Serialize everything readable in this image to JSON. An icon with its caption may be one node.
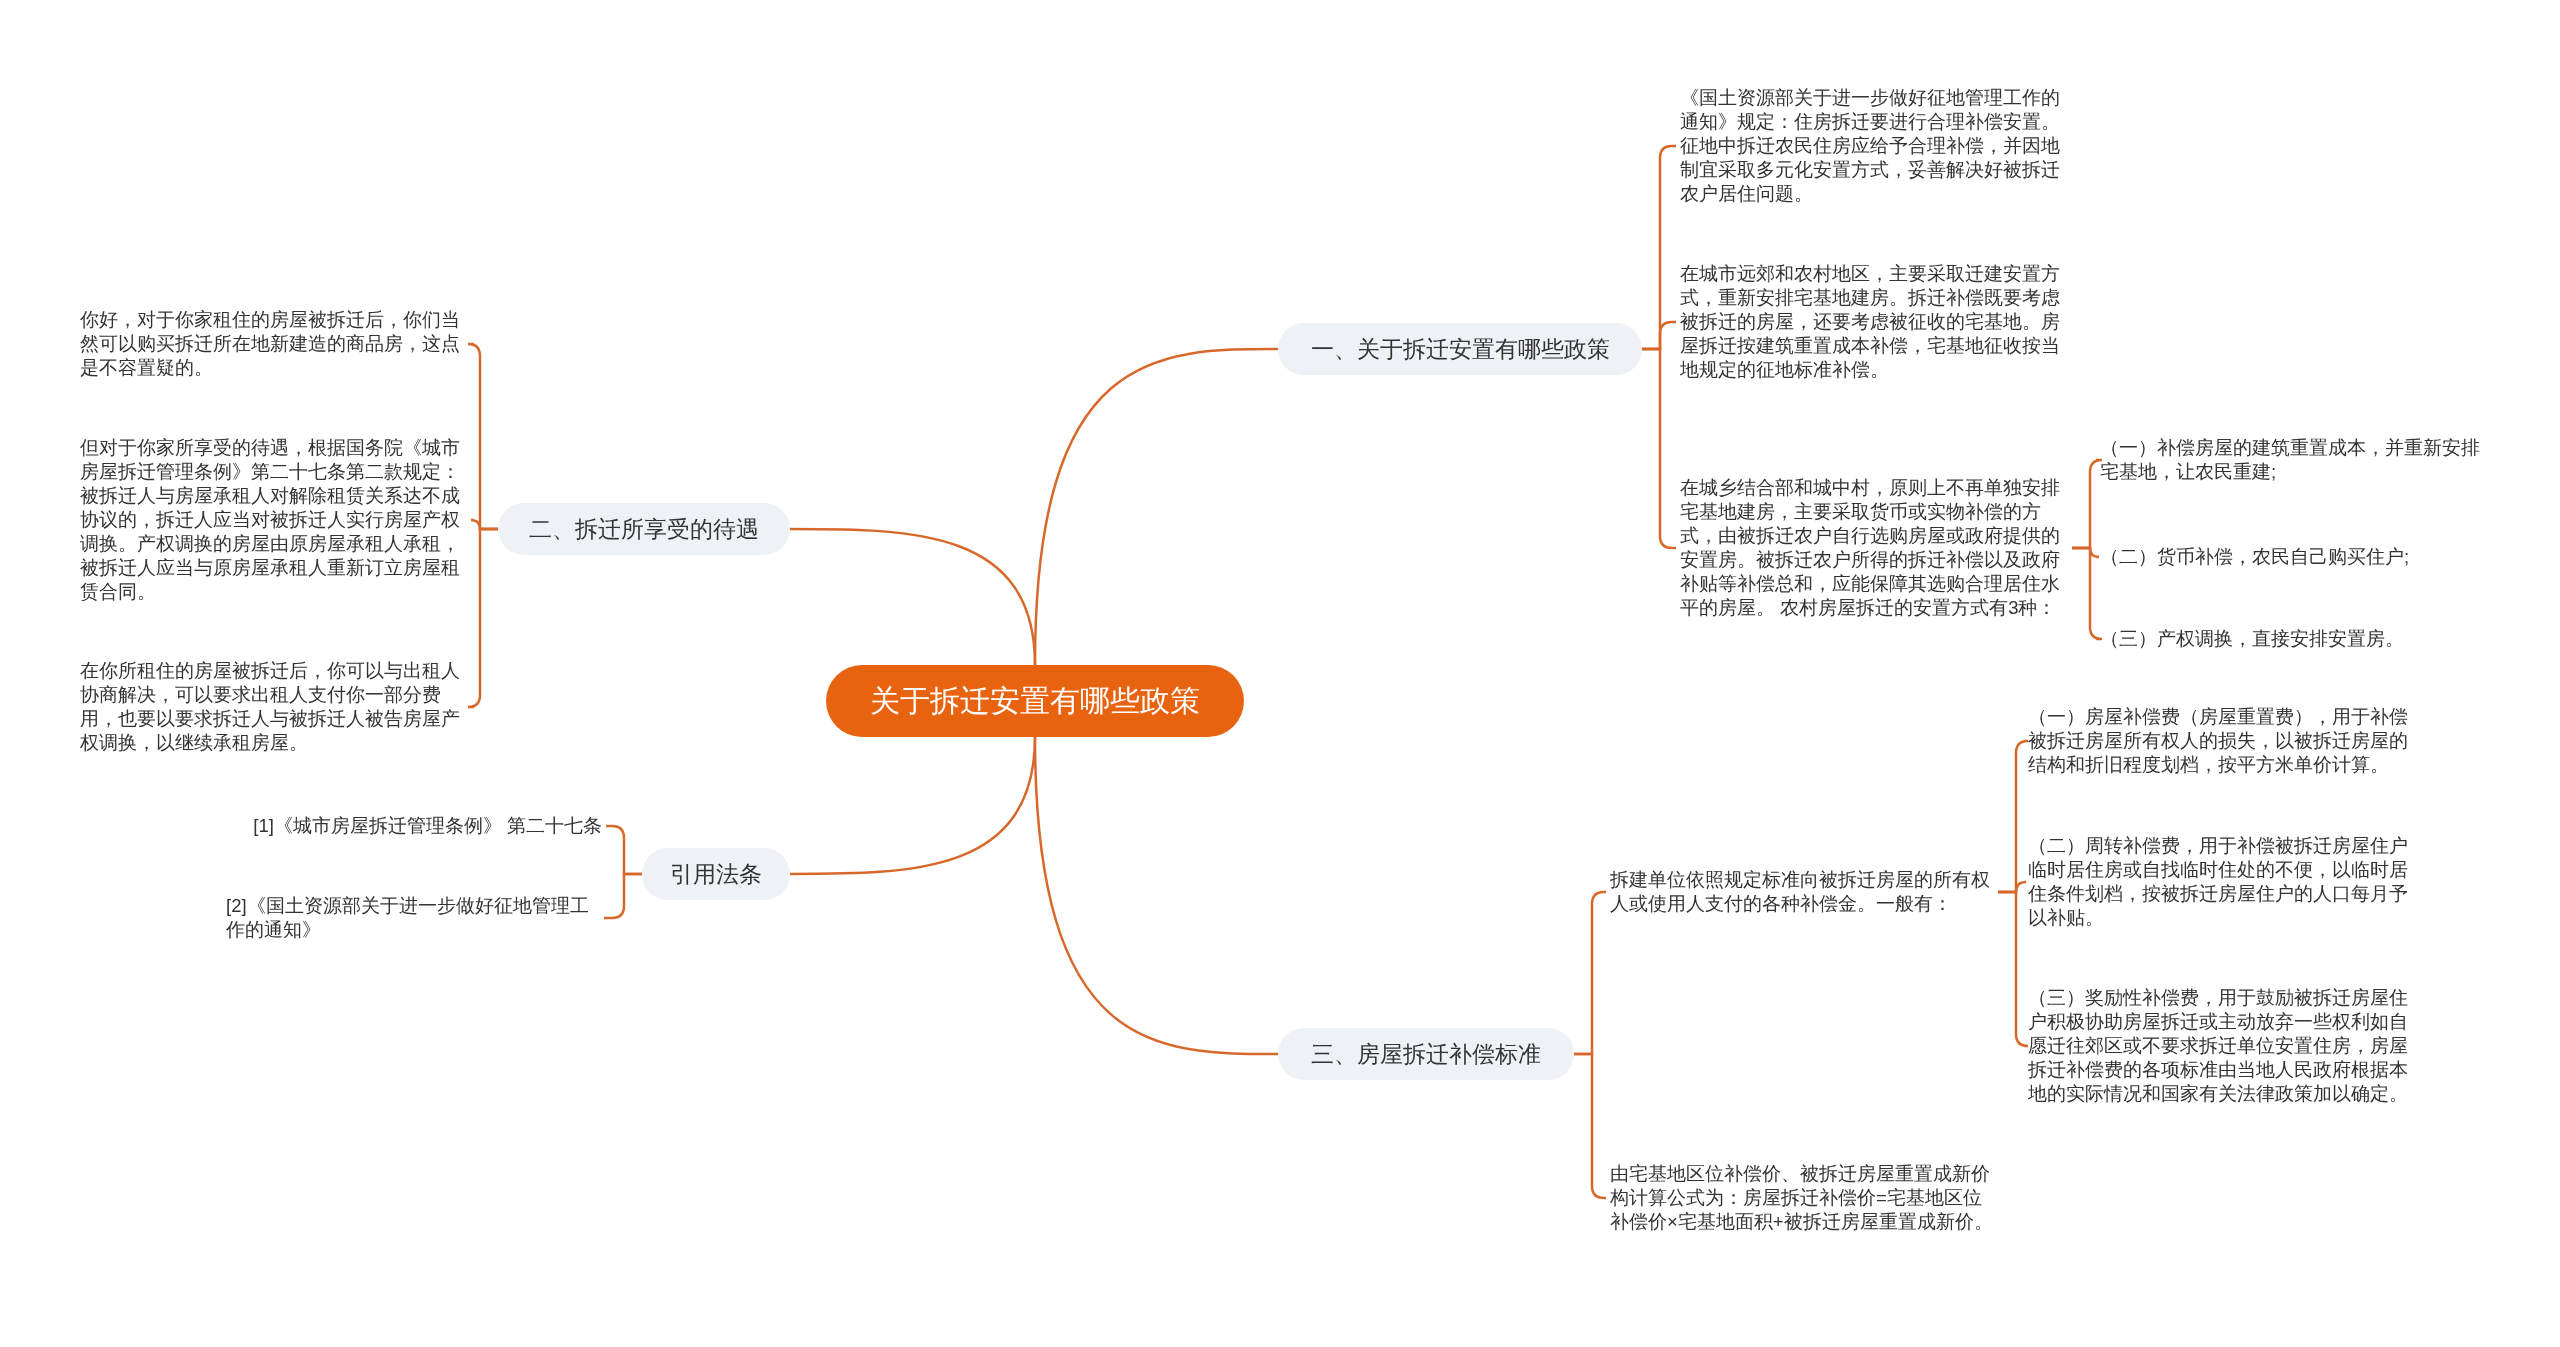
{
  "diagram": {
    "nodes": [
      {
        "text": [
          "关于拆迁安置有哪些政策"
        ]
      },
      {
        "text": [
          "一、关于拆迁安置有哪些政策"
        ]
      },
      {
        "text": [
          "《国土资源部关于进一步做好征地管理工作的通知》规定：住房拆迁要进行合理补偿安置。征地中拆迁农民住房应给予合理补偿，并因地制宜采取多元化安置方式，妥善解决好被拆迁农户居住问题。"
        ]
      },
      {
        "text": [
          "在城市远郊和农村地区，主要采取迁建安置方式，重新安排宅基地建房。拆迁补偿既要考虑被拆迁的房屋，还要考虑被征收的宅基地。房屋拆迁按建筑重置成本补偿，宅基地征收按当地规定的征地标准补偿。"
        ]
      },
      {
        "text": [
          "在城乡结合部和城中村，原则上不再单独安排宅基地建房，主要采取货币或实物补偿的方式，由被拆迁农户自行选购房屋或政府提供的安置房。被拆迁农户所得的拆迁补偿以及政府补贴等补偿总和，应能保障其选购合理居住水平的房屋。 农村房屋拆迁的安置方式有3种："
        ]
      },
      {
        "text": [
          "（一）补偿房屋的建筑重置成本，并重新安排宅基地，让农民重建;"
        ]
      },
      {
        "text": [
          "（二）货币补偿，农民自己购买住户;"
        ]
      },
      {
        "text": [
          "（三）产权调换，直接安排安置房。"
        ]
      },
      {
        "text": [
          "二、拆迁所享受的待遇"
        ]
      },
      {
        "text": [
          "你好，对于你家租住的房屋被拆迁后，你们当然可以购买拆迁所在地新建造的商品房，这点是不容置疑的。"
        ]
      },
      {
        "text": [
          "但对于你家所享受的待遇，根据国务院《城市房屋拆迁管理条例》第二十七条第二款规定：被拆迁人与房屋承租人对解除租赁关系达不成协议的，拆迁人应当对被拆迁人实行房屋产权调换。产权调换的房屋由原房屋承租人承租，被拆迁人应当与原房屋承租人重新订立房屋租赁合同。"
        ]
      },
      {
        "text": [
          "在你所租住的房屋被拆迁后，你可以与出租人协商解决，可以要求出租人支付你一部分费用，也要以要求拆迁人与被拆迁人被告房屋产权调换，以继续承租房屋。"
        ]
      },
      {
        "text": [
          "引用法条"
        ]
      },
      {
        "text": [
          "[1]《城市房屋拆迁管理条例》 第二十七条"
        ]
      },
      {
        "text": [
          "[2]《国土资源部关于进一步做好征地管理工作的通知》"
        ]
      },
      {
        "text": [
          "三、房屋拆迁补偿标准"
        ]
      },
      {
        "text": [
          "拆建单位依照规定标准向被拆迁房屋的所有权人或使用人支付的各种补偿金。一般有："
        ]
      },
      {
        "text": [
          "（一）房屋补偿费（房屋重置费），用于补偿被拆迁房屋所有权人的损失，以被拆迁房屋的结构和折旧程度划档，按平方米单价计算。"
        ]
      },
      {
        "text": [
          "（二）周转补偿费，用于补偿被拆迁房屋住户临时居住房或自找临时住处的不便，以临时居住条件划档，按被拆迁房屋住户的人口每月予以补贴。"
        ]
      },
      {
        "text": [
          "（三）奖励性补偿费，用于鼓励被拆迁房屋住户积极协助房屋拆迁或主动放弃一些权利如自愿迁往郊区或不要求拆迁单位安置住房，房屋拆迁补偿费的各项标准由当地人民政府根据本地的实际情况和国家有关法律政策加以确定。"
        ]
      },
      {
        "text": [
          "由宅基地区位补偿价、被拆迁房屋重置成新价构计算公式为：房屋拆迁补偿价=宅基地区位补偿价×宅基地面积+被拆迁房屋重置成新价。"
        ]
      }
    ],
    "edges": [
      {
        "from": 0,
        "to": 1,
        "arrow": "none"
      },
      {
        "from": 1,
        "to": 2,
        "arrow": "none"
      },
      {
        "from": 1,
        "to": 3,
        "arrow": "none"
      },
      {
        "from": 1,
        "to": 4,
        "arrow": "none"
      },
      {
        "from": 4,
        "to": 5,
        "arrow": "none"
      },
      {
        "from": 4,
        "to": 6,
        "arrow": "none"
      },
      {
        "from": 4,
        "to": 7,
        "arrow": "none"
      },
      {
        "from": 0,
        "to": 8,
        "arrow": "none"
      },
      {
        "from": 8,
        "to": 9,
        "arrow": "none"
      },
      {
        "from": 8,
        "to": 10,
        "arrow": "none"
      },
      {
        "from": 8,
        "to": 11,
        "arrow": "none"
      },
      {
        "from": 0,
        "to": 12,
        "arrow": "none"
      },
      {
        "from": 12,
        "to": 13,
        "arrow": "none"
      },
      {
        "from": 12,
        "to": 14,
        "arrow": "none"
      },
      {
        "from": 0,
        "to": 15,
        "arrow": "none"
      },
      {
        "from": 15,
        "to": 16,
        "arrow": "none"
      },
      {
        "from": 15,
        "to": 20,
        "arrow": "none"
      },
      {
        "from": 16,
        "to": 17,
        "arrow": "none"
      },
      {
        "from": 16,
        "to": 18,
        "arrow": "none"
      },
      {
        "from": 16,
        "to": 19,
        "arrow": "none"
      }
    ]
  }
}
